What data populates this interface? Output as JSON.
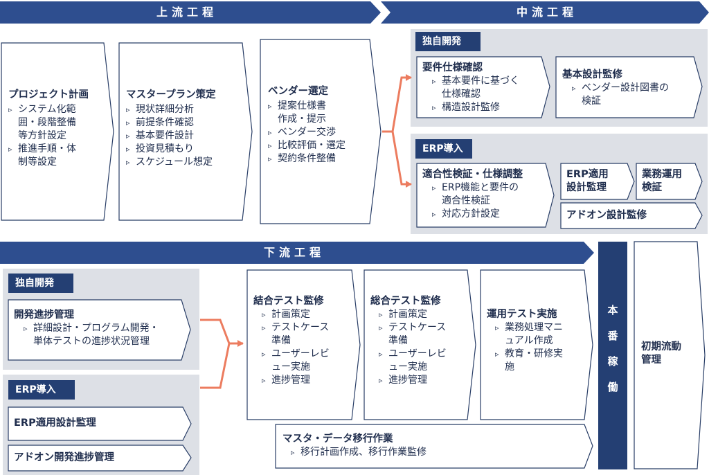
{
  "colors": {
    "navy": "#2e4e8f",
    "dark_navy": "#243f73",
    "gray_panel": "#dde0e6",
    "box_border": "#283d66",
    "arrow": "#ec7c5f",
    "text": "#1f2d4d"
  },
  "banners": {
    "upstream": "上流工程",
    "midstream": "中流工程",
    "downstream": "下流工程"
  },
  "upstream": {
    "project_plan": {
      "title": "プロジェクト計画",
      "items": [
        "システム化範\n囲・段階整備\n等方針設定",
        "推進手順・体\n制等設定"
      ]
    },
    "master_plan": {
      "title": "マスタープラン策定",
      "items": [
        "現状詳細分析",
        "前提条件確認",
        "基本要件設計",
        "投資見積もり",
        "スケジュール想定"
      ]
    },
    "vendor": {
      "title": "ベンダー選定",
      "items": [
        "提案仕様書\n作成・提示",
        "ベンダー交渉",
        "比較評価・選定",
        "契約条件整備"
      ]
    }
  },
  "midstream": {
    "custom": {
      "tag": "独自開発",
      "requirements": {
        "title": "要件仕様確認",
        "items": [
          "基本要件に基づく\n仕様確認",
          "構造設計監修"
        ]
      },
      "basic_design": {
        "title": "基本設計監修",
        "items": [
          "ベンダー設計図書の\n検証"
        ]
      }
    },
    "erp": {
      "tag": "ERP導入",
      "fit": {
        "title": "適合性検証・仕様調整",
        "items": [
          "ERP機能と要件の\n適合性検証",
          "対応方針設定"
        ]
      },
      "erp_design": {
        "title": "ERP適用\n設計監理"
      },
      "ops_check": {
        "title": "業務運用\n検証"
      },
      "addon_design": {
        "title": "アドオン設計監修"
      }
    }
  },
  "downstream": {
    "custom": {
      "tag": "独自開発",
      "progress": {
        "title": "開発進捗管理",
        "items": [
          "詳細設計・プログラム開発・\n単体テストの進捗状況管理"
        ]
      }
    },
    "erp": {
      "tag": "ERP導入",
      "erp_design": {
        "title": "ERP適用設計監理"
      },
      "addon_progress": {
        "title": "アドオン開発進捗管理"
      }
    },
    "integration_test": {
      "title": "結合テスト監修",
      "items": [
        "計画策定",
        "テストケース\n準備",
        "ユーザーレビ\nュー実施",
        "進捗管理"
      ]
    },
    "system_test": {
      "title": "総合テスト監修",
      "items": [
        "計画策定",
        "テストケース\n準備",
        "ユーザーレビ\nュー実施",
        "進捗管理"
      ]
    },
    "operation_test": {
      "title": "運用テスト実施",
      "items": [
        "業務処理マニ\nュアル作成",
        "教育・研修実\n施"
      ]
    },
    "migration": {
      "title": "マスタ・データ移行作業",
      "items": [
        "移行計画作成、移行作業監修"
      ]
    },
    "go_live": {
      "chars": [
        "本",
        "番",
        "稼",
        "働"
      ]
    },
    "initial": {
      "title": "初期流動\n管理"
    }
  }
}
